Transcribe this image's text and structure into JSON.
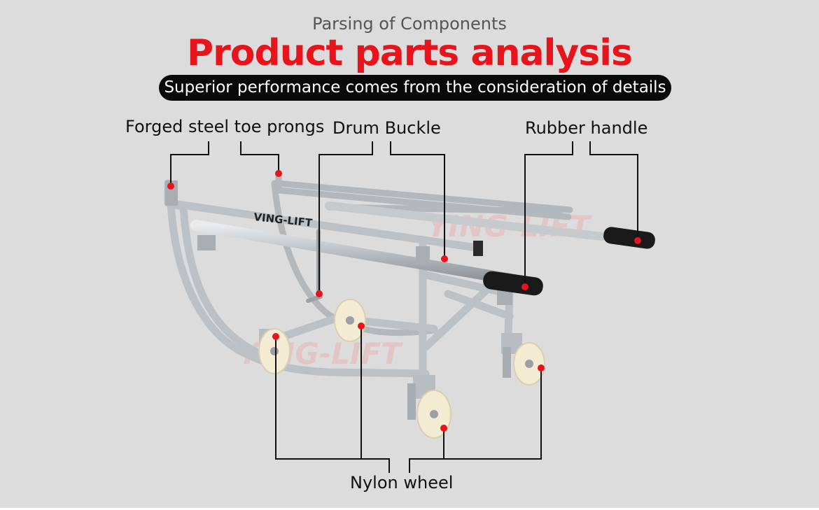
{
  "header": {
    "subtitle": "Parsing of Components",
    "title": "Product parts analysis",
    "tagline": "Superior performance comes from the consideration of details"
  },
  "callouts": {
    "toe_prongs": "Forged steel toe prongs",
    "drum_buckle": "Drum Buckle",
    "rubber_handle": "Rubber handle",
    "nylon_wheel": "Nylon wheel"
  },
  "product": {
    "brand_mark": "VING-LIFT",
    "watermark": "YING-LIFT"
  },
  "colors": {
    "background": "#dcdcdc",
    "title": "#e8141b",
    "pill": "#0a0a0a",
    "marker": "#e8141b",
    "steel": "#bfc4c8",
    "wheel": "#f3ecd2",
    "grip": "#1a1a1a"
  }
}
